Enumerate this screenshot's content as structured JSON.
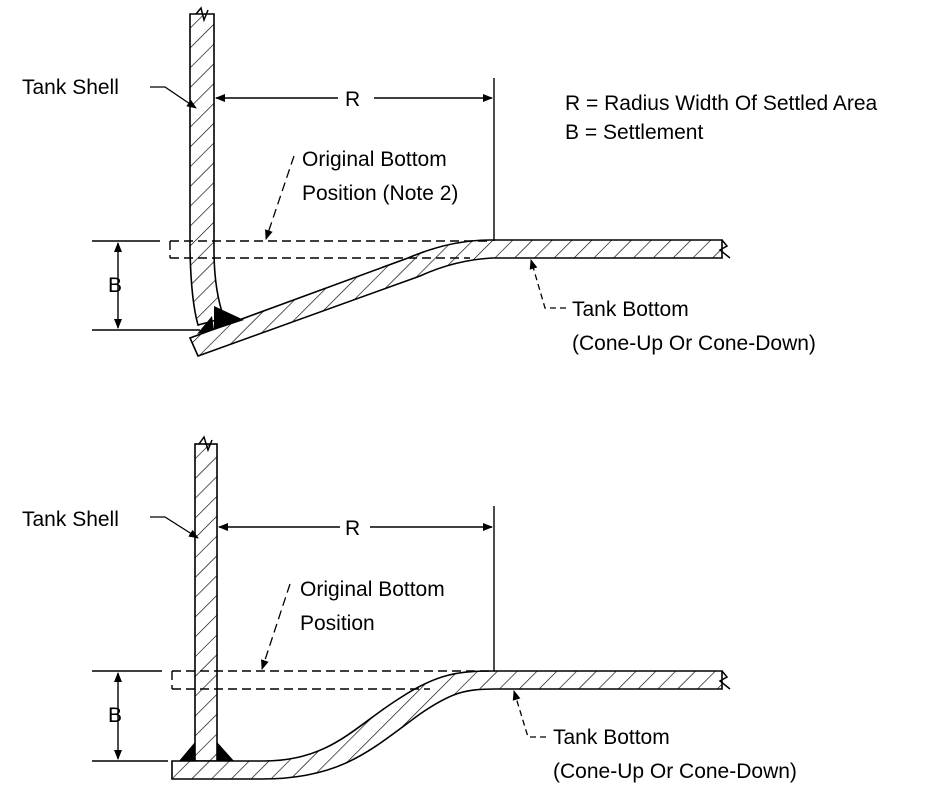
{
  "colors": {
    "line": "#000000",
    "background": "#ffffff"
  },
  "top": {
    "shell_label": "Tank Shell",
    "r_label": "R",
    "b_label": "B",
    "original_line1": "Original Bottom",
    "original_line2": "Position (Note 2)",
    "bottom_line1": "Tank Bottom",
    "bottom_line2": "(Cone-Up Or Cone-Down)"
  },
  "legend": {
    "r_def": "R = Radius Width Of Settled Area",
    "b_def": "B = Settlement"
  },
  "bottom": {
    "shell_label": "Tank Shell",
    "r_label": "R",
    "b_label": "B",
    "original_line1": "Original Bottom",
    "original_line2": "Position",
    "bottom_line1": "Tank Bottom",
    "bottom_line2": "(Cone-Up Or Cone-Down)"
  }
}
